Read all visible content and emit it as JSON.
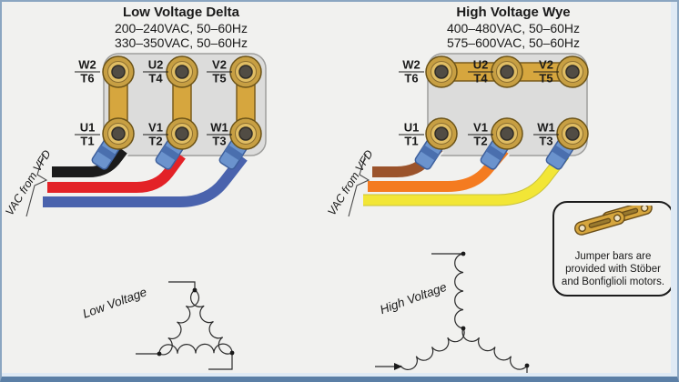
{
  "left": {
    "title": "Low Voltage Delta",
    "spec_lines": [
      "200–240VAC, 50–60Hz",
      "330–350VAC, 50–60Hz"
    ],
    "source_label": "VAC from VFD",
    "winding_label": "Low Voltage",
    "winding_type": "delta",
    "terminal_labels": {
      "top": [
        [
          "W2",
          "T6"
        ],
        [
          "U2",
          "T4"
        ],
        [
          "V2",
          "T5"
        ]
      ],
      "bottom": [
        [
          "U1",
          "T1"
        ],
        [
          "V1",
          "T2"
        ],
        [
          "W1",
          "T3"
        ]
      ]
    },
    "wires": [
      {
        "name": "black",
        "color": "#1b1b1b"
      },
      {
        "name": "red",
        "color": "#e32227"
      },
      {
        "name": "blue",
        "color": "#4a63ad"
      }
    ]
  },
  "right": {
    "title": "High Voltage Wye",
    "spec_lines": [
      "400–480VAC, 50–60Hz",
      "575–600VAC, 50–60Hz"
    ],
    "source_label": "VAC from VFD",
    "winding_label": "High Voltage",
    "winding_type": "wye",
    "terminal_labels": {
      "top": [
        [
          "W2",
          "T6"
        ],
        [
          "U2",
          "T4"
        ],
        [
          "V2",
          "T5"
        ]
      ],
      "bottom": [
        [
          "U1",
          "T1"
        ],
        [
          "V1",
          "T2"
        ],
        [
          "W1",
          "T3"
        ]
      ]
    },
    "wires": [
      {
        "name": "brown",
        "color": "#9b532b"
      },
      {
        "name": "orange",
        "color": "#f47b20"
      },
      {
        "name": "yellow",
        "color": "#f2e636"
      }
    ]
  },
  "note": {
    "lines": [
      "Jumper bars are",
      "provided with Stöber",
      "and Bonfiglioli motors."
    ]
  },
  "colors": {
    "jumper_brass": "#d6a63e",
    "terminal_block": "#dcdcdb",
    "lug_blue": "#6b93cd",
    "background": "#f1f1ef",
    "frame_blue": "#5b7fa6"
  }
}
